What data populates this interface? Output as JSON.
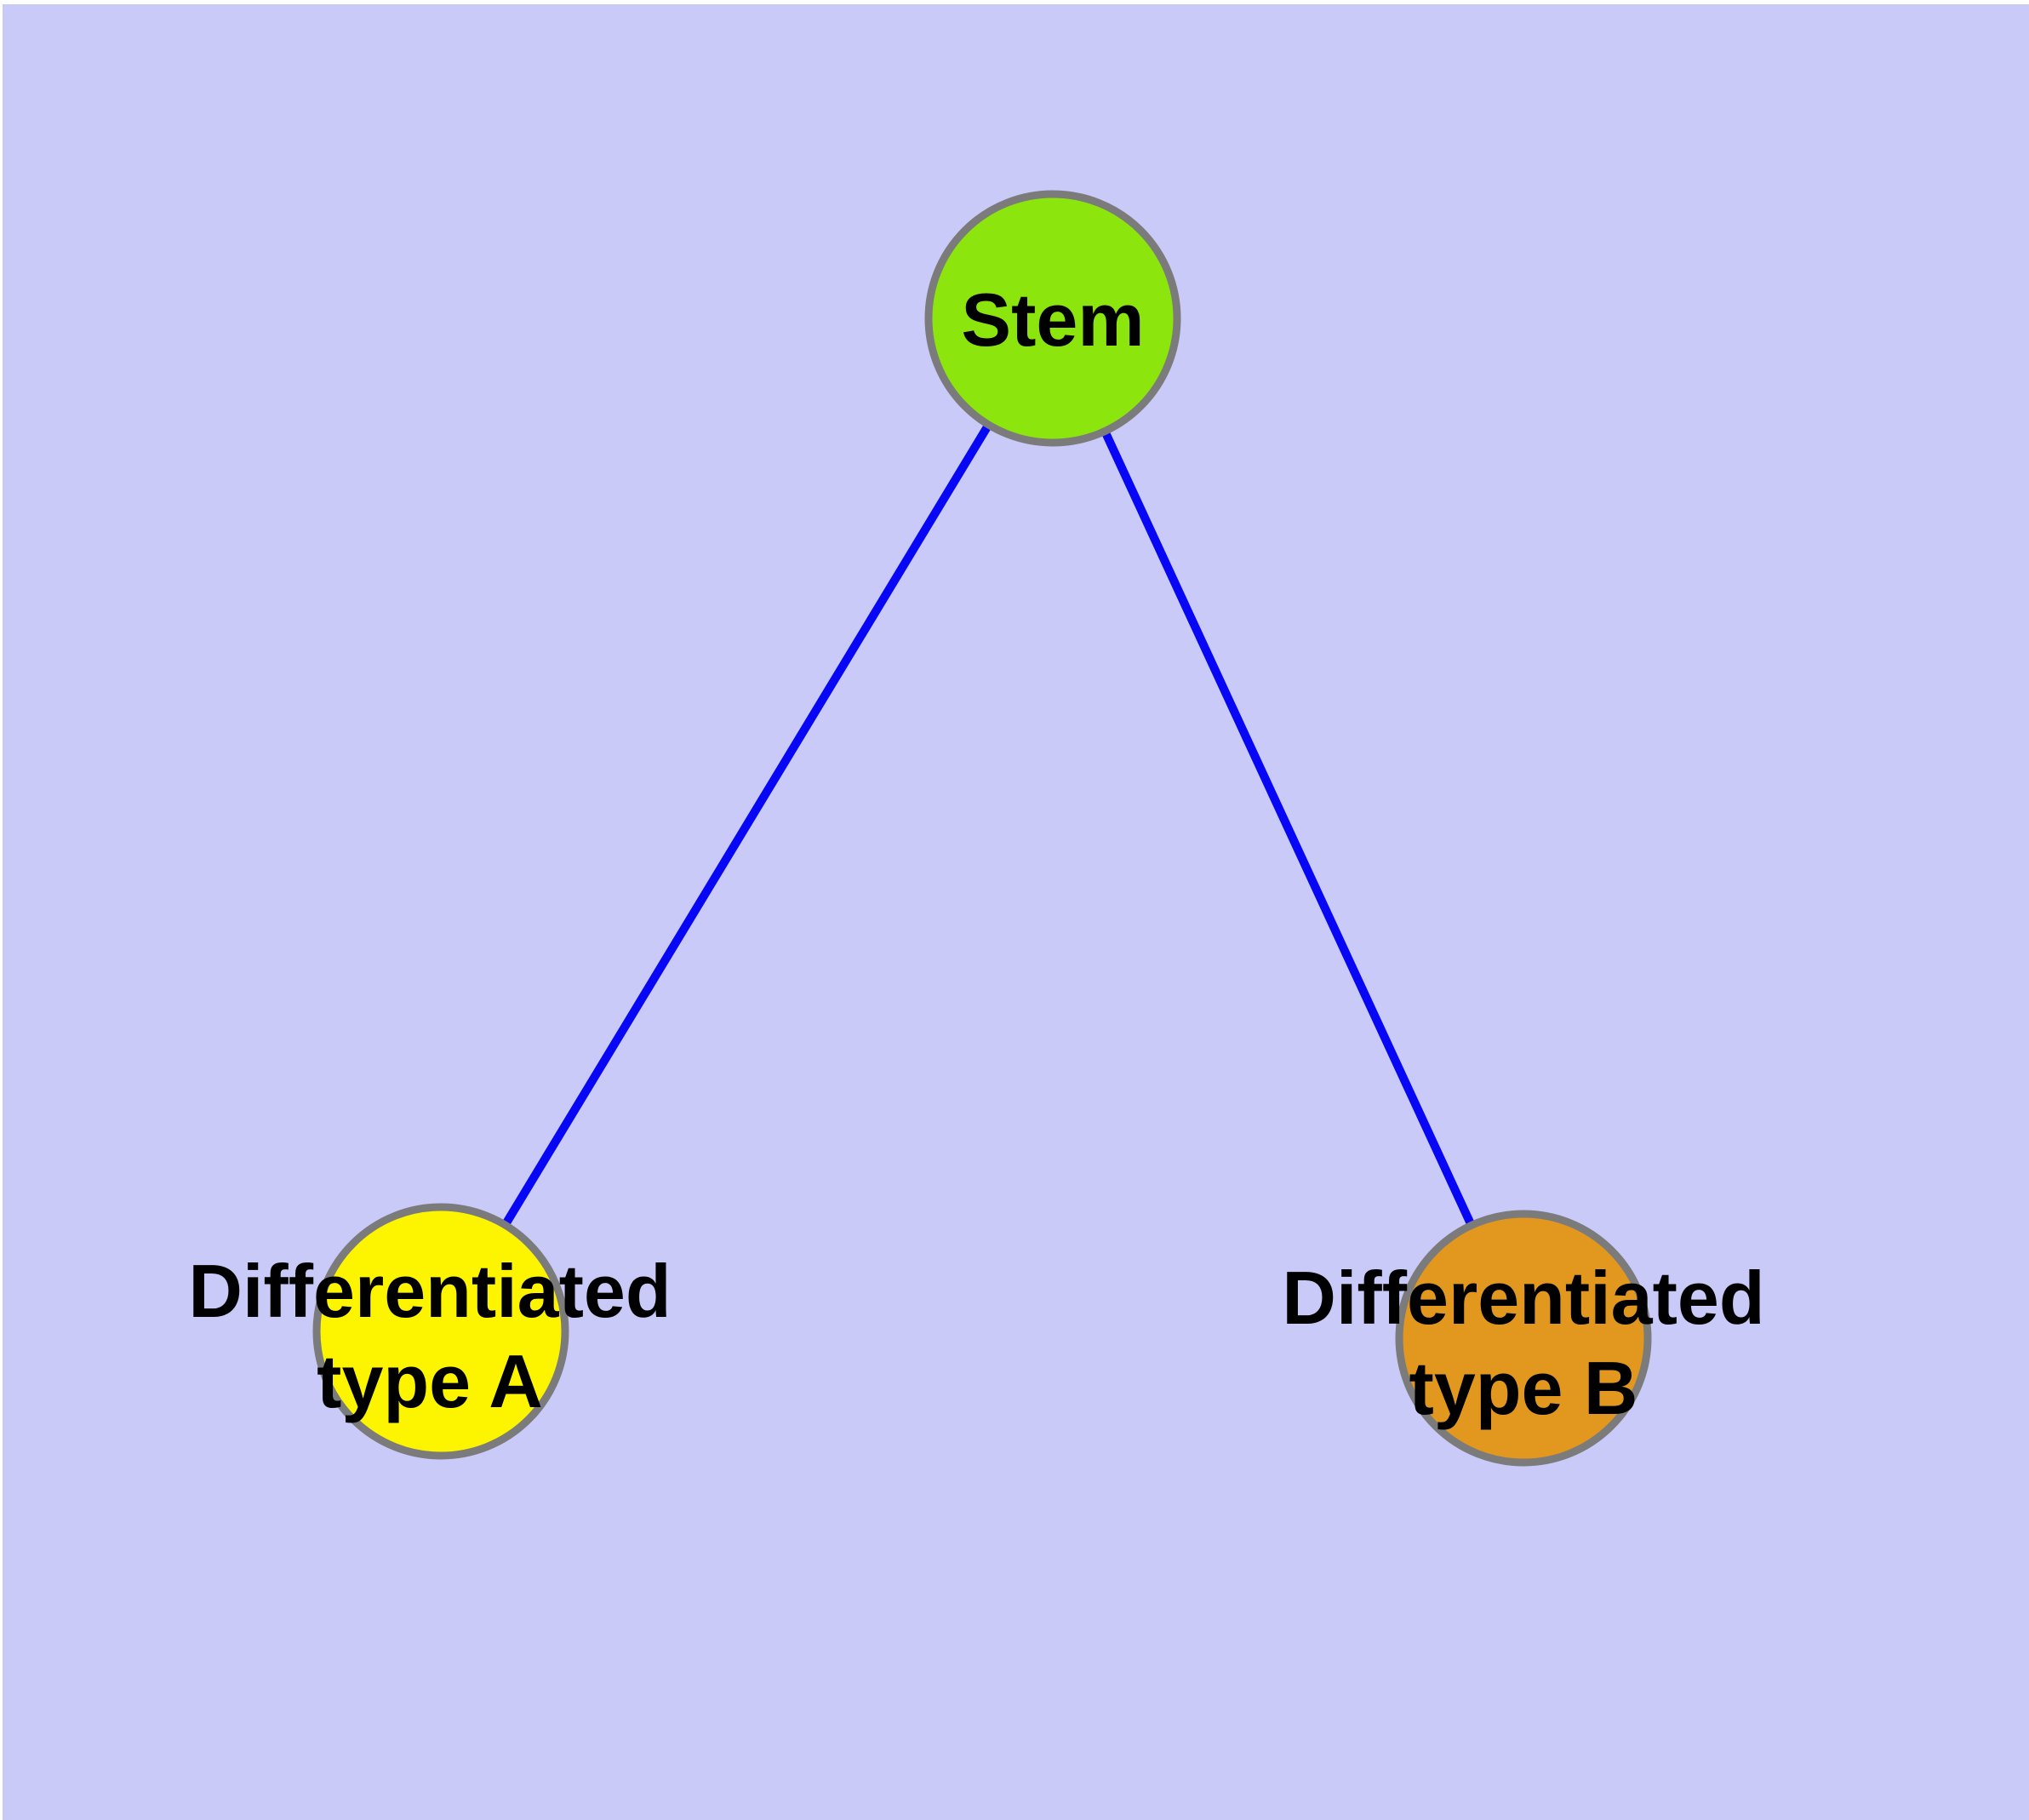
{
  "diagram": {
    "kind": "cell-differentiation-graph",
    "background_color": "#CACAF8",
    "margin_color": "#FFFFFF",
    "edge_color": "#0707F5",
    "node_border_color": "#7B7B7B",
    "label_color": "#000000",
    "nodes": [
      {
        "id": "stem",
        "label": "Stem",
        "color": "#8CE60E"
      },
      {
        "id": "differentiated-type-a",
        "label": "Differentiated type A",
        "label_line1": "Differentiated",
        "label_line2": "type A",
        "color": "#FDF500"
      },
      {
        "id": "differentiated-type-b",
        "label": "Differentiated type B",
        "label_line1": "Differentiated",
        "label_line2": "type B",
        "color": "#E2981E"
      }
    ],
    "edges": [
      {
        "from": "Stem",
        "to": "Differentiated type A"
      },
      {
        "from": "Stem",
        "to": "Differentiated type B"
      }
    ]
  }
}
